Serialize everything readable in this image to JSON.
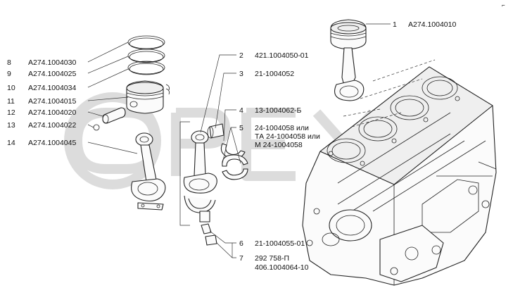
{
  "corner_mark": "⌐",
  "callouts": [
    {
      "num": "1",
      "code": "А274.1004010"
    },
    {
      "num": "2",
      "code": "421.1004050-01"
    },
    {
      "num": "3",
      "code": "21-1004052"
    },
    {
      "num": "4",
      "code": "13-1004062-Б"
    },
    {
      "num": "5",
      "code_lines": [
        "24-1004058 или",
        "ТА 24-1004058 или",
        "М 24-1004058"
      ]
    },
    {
      "num": "6",
      "code": "21-1004055-01"
    },
    {
      "num": "7",
      "code_lines": [
        "292 758-П",
        "406.1004064-10"
      ]
    },
    {
      "num": "8",
      "code": "А274.1004030"
    },
    {
      "num": "9",
      "code": "А274.1004025"
    },
    {
      "num": "10",
      "code": "А274.1004034"
    },
    {
      "num": "11",
      "code": "А274.1004015"
    },
    {
      "num": "12",
      "code": "А274.1004020"
    },
    {
      "num": "13",
      "code": "А274.1004022"
    },
    {
      "num": "14",
      "code": "А274.1004045"
    }
  ],
  "watermark_logo": "OPEX"
}
